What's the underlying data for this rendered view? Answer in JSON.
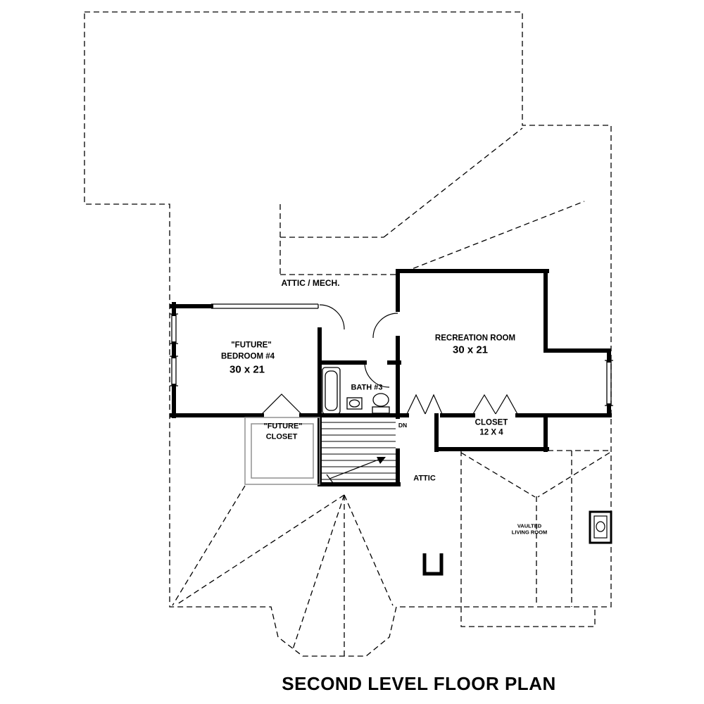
{
  "title": "SECOND LEVEL FLOOR PLAN",
  "labels": {
    "attic_mech": "ATTIC / MECH.",
    "attic": "ATTIC",
    "dn": "DN",
    "bedroom": {
      "line1": "\"FUTURE\"",
      "line2": "BEDROOM #4",
      "dims": "30 x 21"
    },
    "recreation": {
      "name": "RECREATION ROOM",
      "dims": "30 x 21"
    },
    "bath": {
      "name": "BATH #3"
    },
    "future_closet": {
      "line1": "\"FUTURE\"",
      "line2": "CLOSET"
    },
    "closet": {
      "name": "CLOSET",
      "dims": "12 X 4"
    },
    "vaulted_living": {
      "line1": "VAULTED",
      "line2": "LIVING ROOM"
    }
  },
  "colors": {
    "line": "#000000",
    "background": "#ffffff",
    "light_line": "#909090"
  }
}
